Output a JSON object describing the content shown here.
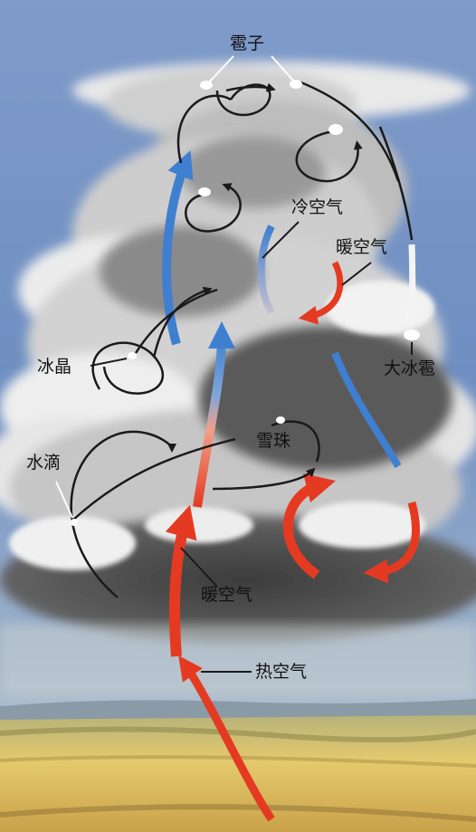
{
  "labels": {
    "hailstones": "雹子",
    "cold_air": "冷空气",
    "warm_air_upper": "暖空气",
    "big_hail": "大冰雹",
    "ice_crystal": "冰晶",
    "graupel": "雪珠",
    "water_droplet": "水滴",
    "warm_air_lower": "暖空气",
    "hot_air": "热空气"
  },
  "colors": {
    "warm_arrow": "#e53a22",
    "cold_arrow": "#3f7fd0",
    "particle_path": "#1a1a1a",
    "sky": "#6f8fc2",
    "storm_cloud": "#4a4a4a",
    "field": "#e2c66a"
  }
}
